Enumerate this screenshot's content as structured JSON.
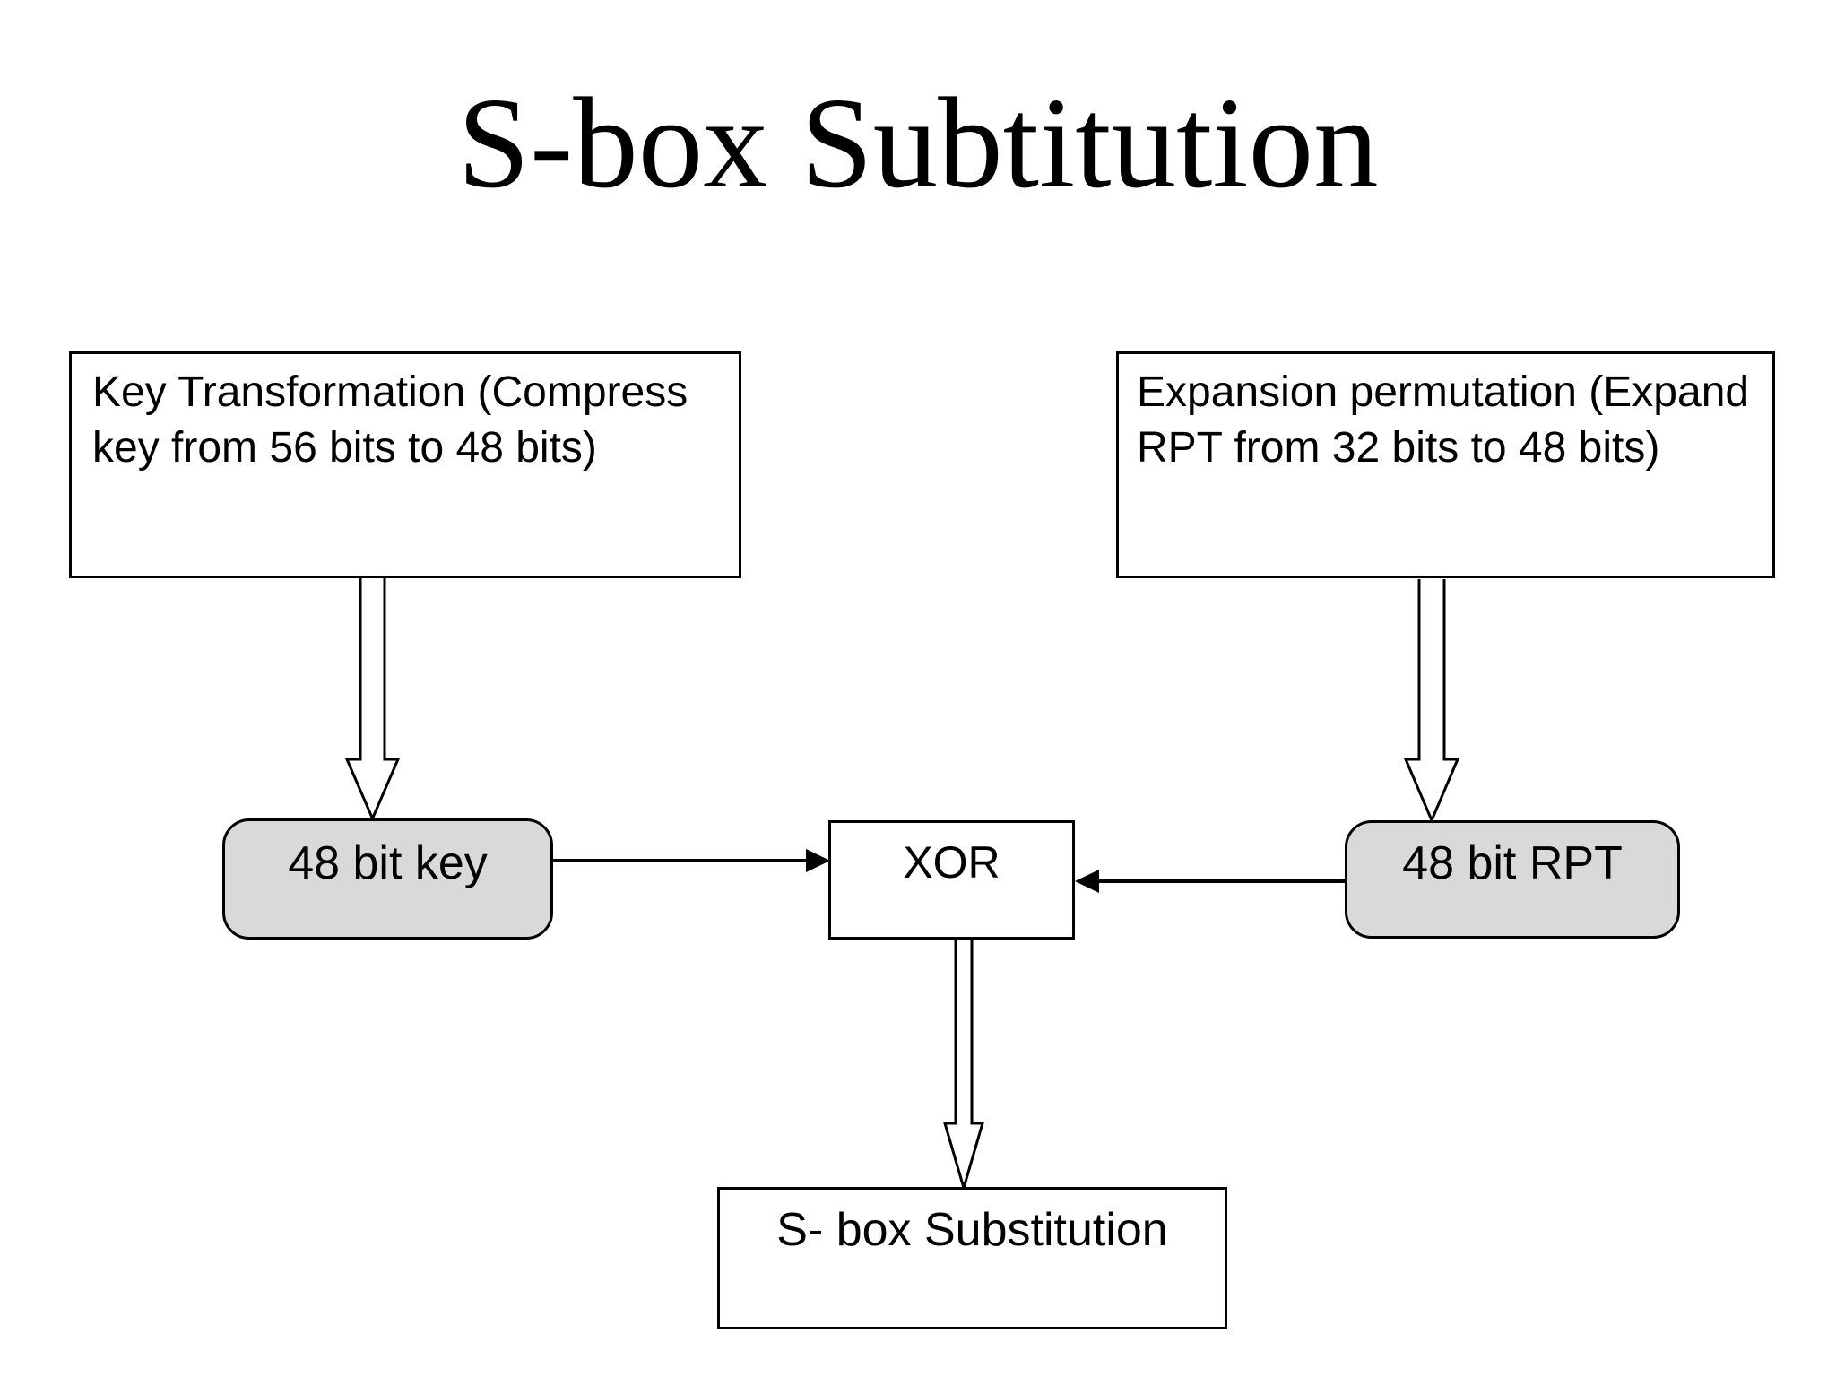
{
  "slide": {
    "title": "S-box Subtitution",
    "background_color": "#ffffff",
    "text_color": "#000000",
    "border_color": "#000000",
    "pill_fill_color": "#d9d9d9"
  },
  "diagram": {
    "key_transformation_box": {
      "label": "Key Transformation (Compress key from 56 bits to 48 bits)"
    },
    "expansion_permutation_box": {
      "label": "Expansion permutation (Expand RPT from 32 bits to 48 bits)"
    },
    "key_result_box": {
      "label": "48 bit key"
    },
    "rpt_result_box": {
      "label": "48 bit RPT"
    },
    "xor_box": {
      "label": "XOR"
    },
    "sbox_substitution_box": {
      "label": "S- box Substitution"
    },
    "arrows": [
      {
        "name": "key-transformation-to-48bit-key-arrow",
        "style": "hollow-double-line",
        "direction": "down"
      },
      {
        "name": "expansion-permutation-to-48bit-rpt-arrow",
        "style": "hollow-double-line",
        "direction": "down"
      },
      {
        "name": "48bit-key-to-xor-arrow",
        "style": "solid-line-filled-head",
        "direction": "right"
      },
      {
        "name": "48bit-rpt-to-xor-arrow",
        "style": "solid-line-filled-head",
        "direction": "left"
      },
      {
        "name": "xor-to-sbox-substitution-arrow",
        "style": "hollow-double-line",
        "direction": "down"
      }
    ]
  }
}
